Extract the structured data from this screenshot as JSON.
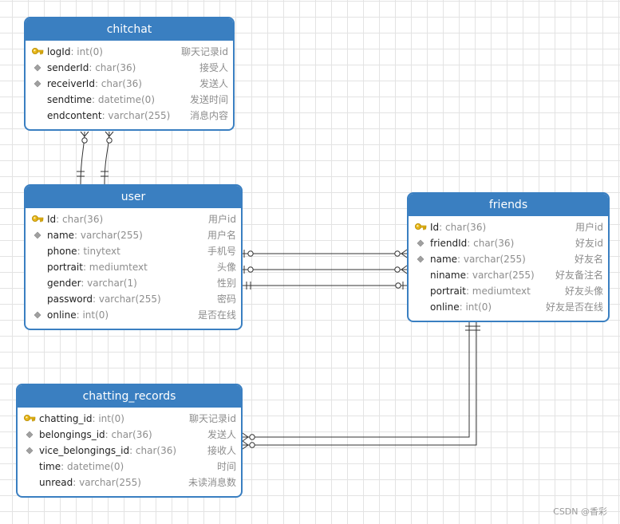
{
  "tables": [
    {
      "id": "chitchat",
      "title": "chitchat",
      "fields": [
        {
          "name": "logId",
          "type": ": int(0)",
          "comment": "聊天记录id",
          "icon": "key"
        },
        {
          "name": "senderId",
          "type": ": char(36)",
          "comment": "接受人",
          "icon": "diamond"
        },
        {
          "name": "receiverId",
          "type": ": char(36)",
          "comment": "发送人",
          "icon": "diamond"
        },
        {
          "name": "sendtime",
          "type": ": datetime(0)",
          "comment": "发送时间",
          "icon": "none"
        },
        {
          "name": "endcontent",
          "type": ": varchar(255)",
          "comment": "消息内容",
          "icon": "none"
        }
      ]
    },
    {
      "id": "user",
      "title": "user",
      "fields": [
        {
          "name": "Id",
          "type": ": char(36)",
          "comment": "用户id",
          "icon": "key"
        },
        {
          "name": "name",
          "type": ": varchar(255)",
          "comment": "用户名",
          "icon": "diamond"
        },
        {
          "name": "phone",
          "type": ": tinytext",
          "comment": "手机号",
          "icon": "none"
        },
        {
          "name": "portrait",
          "type": ": mediumtext",
          "comment": "头像",
          "icon": "none"
        },
        {
          "name": "gender",
          "type": ": varchar(1)",
          "comment": "性别",
          "icon": "none"
        },
        {
          "name": "password",
          "type": ": varchar(255)",
          "comment": "密码",
          "icon": "none"
        },
        {
          "name": "online",
          "type": ": int(0)",
          "comment": "是否在线",
          "icon": "diamond"
        }
      ]
    },
    {
      "id": "friends",
      "title": "friends",
      "fields": [
        {
          "name": "Id",
          "type": ": char(36)",
          "comment": "用户id",
          "icon": "key"
        },
        {
          "name": "friendId",
          "type": ": char(36)",
          "comment": "好友id",
          "icon": "diamond"
        },
        {
          "name": "name",
          "type": ": varchar(255)",
          "comment": "好友名",
          "icon": "diamond"
        },
        {
          "name": "niname",
          "type": ": varchar(255)",
          "comment": "好友备注名",
          "icon": "none"
        },
        {
          "name": "portrait",
          "type": ": mediumtext",
          "comment": "好友头像",
          "icon": "none"
        },
        {
          "name": "online",
          "type": ": int(0)",
          "comment": "好友是否在线",
          "icon": "none"
        }
      ]
    },
    {
      "id": "chatting_records",
      "title": "chatting_records",
      "fields": [
        {
          "name": "chatting_id",
          "type": ": int(0)",
          "comment": "聊天记录id",
          "icon": "key"
        },
        {
          "name": "belongings_id",
          "type": ": char(36)",
          "comment": "发送人",
          "icon": "diamond"
        },
        {
          "name": "vice_belongings_id",
          "type": ": char(36)",
          "comment": "接收人",
          "icon": "diamond"
        },
        {
          "name": "time",
          "type": ": datetime(0)",
          "comment": "时间",
          "icon": "none"
        },
        {
          "name": "unread",
          "type": ": varchar(255)",
          "comment": "未读消息数",
          "icon": "none"
        }
      ]
    }
  ],
  "watermark": "CSDN @香彩",
  "colors": {
    "header": "#3a7fc1",
    "line": "#333333",
    "key": "#e8b71a",
    "diamond": "#a0a0a0"
  }
}
